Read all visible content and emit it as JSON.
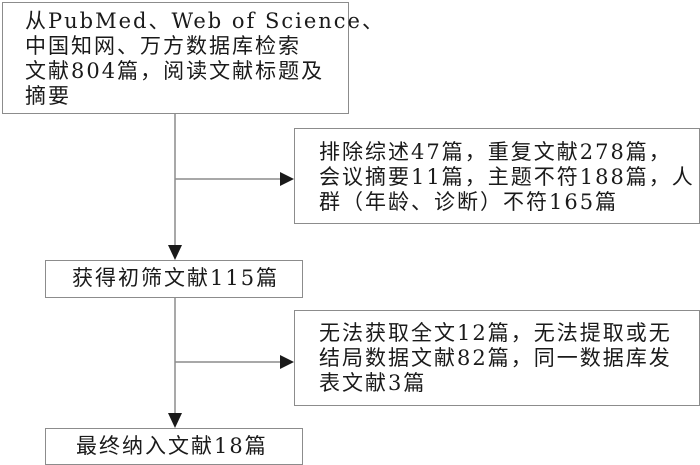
{
  "diagram": {
    "type": "flowchart",
    "boxes": {
      "search": {
        "lines": [
          "从PubMed、Web of Science、",
          "中国知网、万方数据库检索",
          "文献804篇，阅读文献标题及",
          "摘要"
        ]
      },
      "exclusion1": {
        "lines": [
          "排除综述47篇，重复文献278篇，",
          "会议摘要11篇，主题不符188篇，人",
          "群（年龄、诊断）不符165篇"
        ]
      },
      "screened": {
        "lines": [
          "获得初筛文献115篇"
        ]
      },
      "exclusion2": {
        "lines": [
          "无法获取全文12篇，无法提取或无",
          "结局数据文献82篇，同一数据库发",
          "表文献3篇"
        ]
      },
      "included": {
        "lines": [
          "最终纳入文献18篇"
        ]
      }
    },
    "colors": {
      "border": "#8c8c8c",
      "arrow": "#1a1a1a",
      "text": "#1a1a1a"
    }
  }
}
